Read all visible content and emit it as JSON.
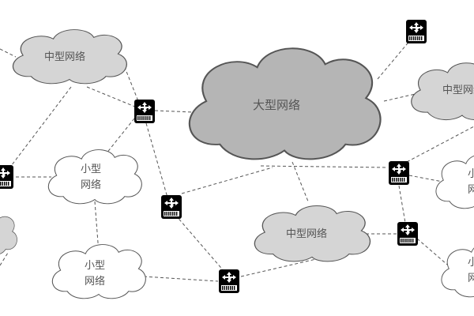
{
  "labels": {
    "large_network": "大型网络",
    "medium_network": "中型网络",
    "small_network_line1": "小型",
    "small_network_line2": "网络",
    "small_network_clipped_line1": "小",
    "small_network_clipped_line2": "网"
  },
  "icons": {
    "router": "router-icon",
    "cloud": "cloud-network"
  },
  "colors": {
    "large_cloud_fill": "#b5b5b5",
    "medium_cloud_fill": "#d5d5d5",
    "small_cloud_fill": "#ffffff",
    "cloud_stroke": "#555555",
    "router_fill": "#000000",
    "link_stroke": "#555555"
  }
}
